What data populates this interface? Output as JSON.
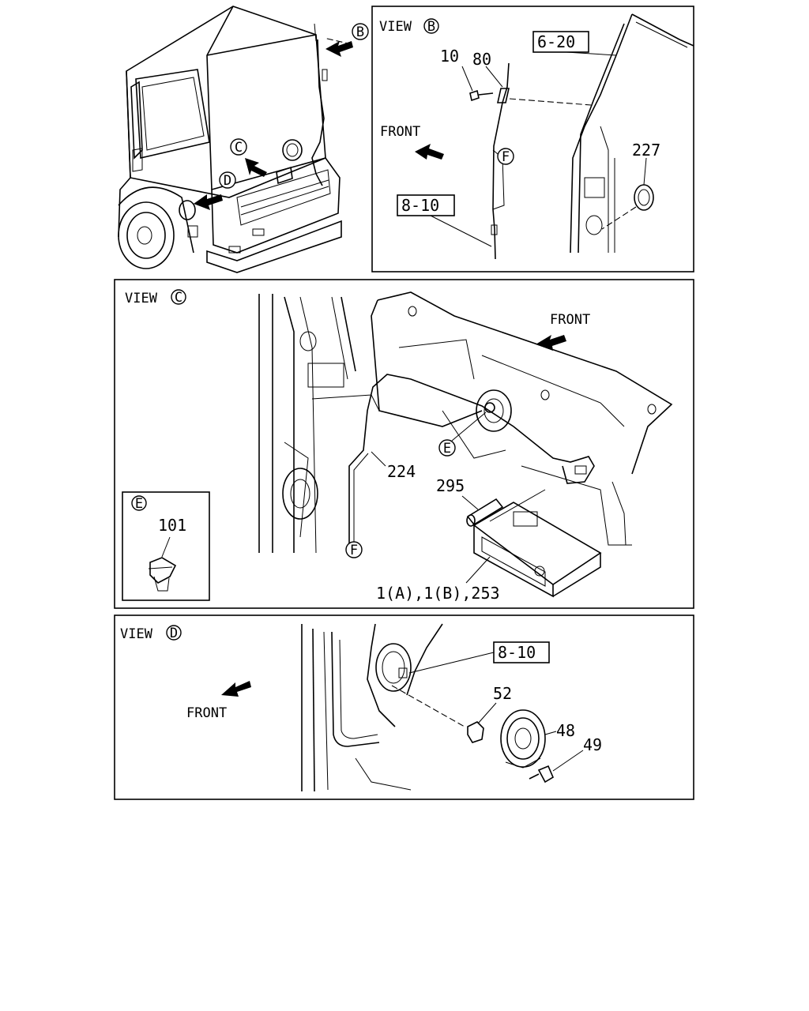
{
  "views": {
    "b": {
      "title": "VIEW",
      "circle": "B"
    },
    "c": {
      "title": "VIEW",
      "circle": "C"
    },
    "d": {
      "title": "VIEW",
      "circle": "D"
    }
  },
  "truck": {
    "arrow_b": "B",
    "arrow_c": "C",
    "arrow_d": "D"
  },
  "view_b": {
    "front": "FRONT",
    "part_10": "10",
    "part_80": "80",
    "ref_6_20": "6-20",
    "part_227": "227",
    "ref_8_10": "8-10",
    "marker_f": "F"
  },
  "view_c": {
    "front": "FRONT",
    "part_224": "224",
    "marker_e": "E",
    "marker_f": "F",
    "part_295": "295",
    "part_1": "1(A),1(B),253",
    "detail_e": {
      "circle": "E",
      "part": "101"
    }
  },
  "view_d": {
    "front": "FRONT",
    "ref_8_10": "8-10",
    "part_52": "52",
    "part_48": "48",
    "part_49": "49"
  }
}
